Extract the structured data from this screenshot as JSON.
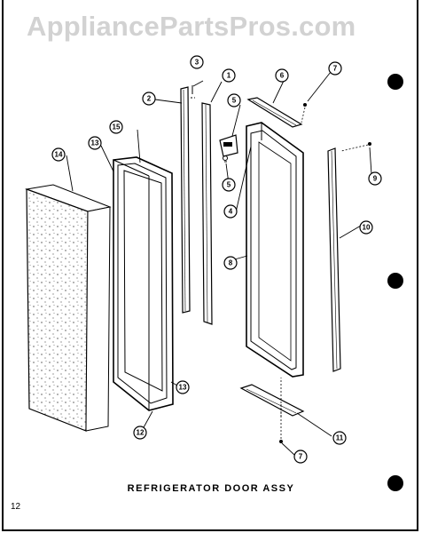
{
  "watermark": "AppliancePartsPros.com",
  "title": "REFRIGERATOR DOOR ASSY",
  "page_number": "12",
  "callouts": [
    "1",
    "2",
    "3",
    "4",
    "5",
    "5",
    "6",
    "7",
    "7",
    "8",
    "9",
    "10",
    "11",
    "12",
    "13",
    "13",
    "14",
    "15"
  ]
}
